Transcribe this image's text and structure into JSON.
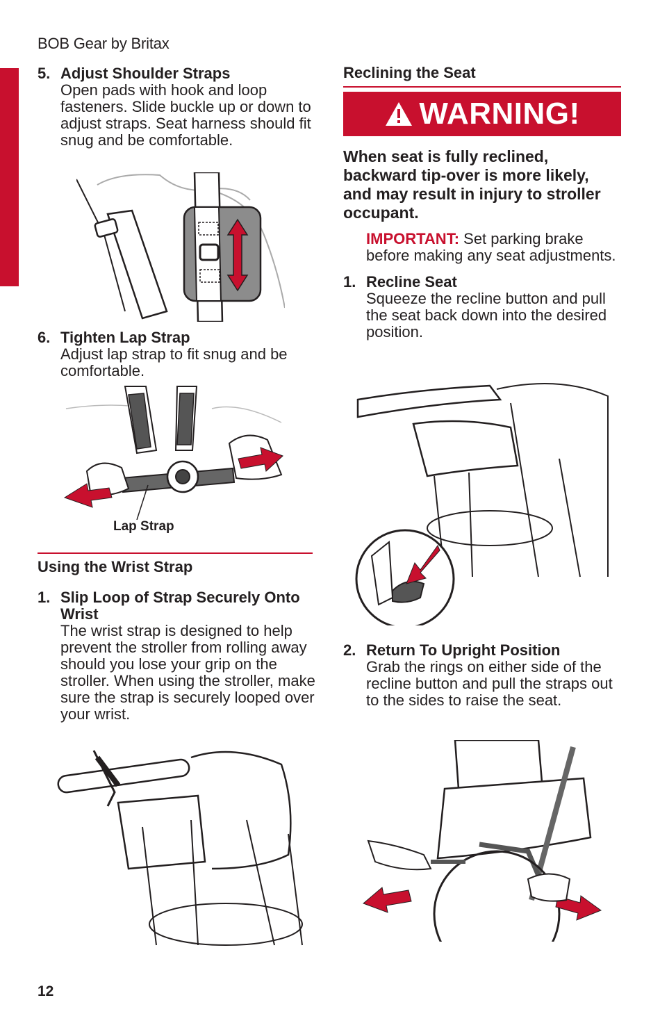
{
  "header": {
    "brand": "BOB Gear by Britax"
  },
  "footer": {
    "page_number": "12"
  },
  "left": {
    "step5": {
      "num": "5.",
      "title": "Adjust Shoulder Straps",
      "body": "Open pads with hook and loop fasteners. Slide buckle up or down to adjust straps. Seat harness should fit snug and be comfortable."
    },
    "step6": {
      "num": "6.",
      "title": "Tighten Lap Strap",
      "body": "Adjust lap strap to fit snug and be comfortable."
    },
    "lap_strap_caption": "Lap Strap",
    "wrist_section": {
      "title": "Using the Wrist Strap",
      "step1": {
        "num": "1.",
        "title": "Slip Loop of Strap Securely Onto Wrist",
        "body": "The wrist strap is designed to help prevent the stroller from rolling away should you lose your grip on the stroller. When using the stroller, make sure the strap is securely looped over your wrist."
      }
    }
  },
  "right": {
    "section_title": "Reclining the Seat",
    "warning_label": "WARNING!",
    "warning_text": "When seat is fully reclined, backward tip-over is more likely, and may result in injury to stroller occupant.",
    "important_label": "IMPORTANT:",
    "important_text": " Set parking brake before making any seat adjustments.",
    "step1": {
      "num": "1.",
      "title": "Recline Seat",
      "body": "Squeeze the recline button and pull the seat back down into the desired position."
    },
    "step2": {
      "num": "2.",
      "title": "Return To Upright Position",
      "body": "Grab the rings on either side of the recline button and pull the straps out to the sides to raise the seat."
    }
  },
  "colors": {
    "accent": "#c8102e",
    "text": "#231f20"
  }
}
